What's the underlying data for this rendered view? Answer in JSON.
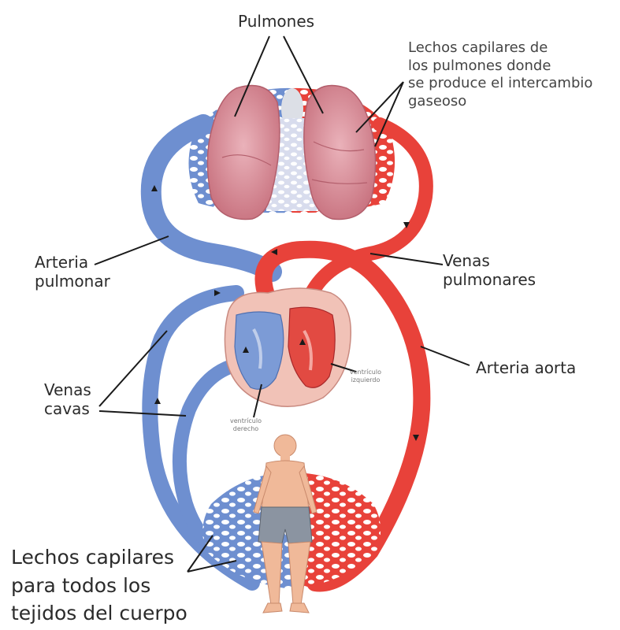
{
  "labels": {
    "pulmones": "Pulmones",
    "lechos_pulmones": "Lechos capilares de\nlos pulmones donde\nse produce el intercambio\ngaseoso",
    "arteria_pulmonar": "Arteria\npulmonar",
    "venas_pulmonares": "Venas\npulmonares",
    "arteria_aorta": "Arteria aorta",
    "venas_cavas": "Venas\ncavas",
    "ventriculo_izquierdo": "ventrículo\nizquierdo",
    "ventriculo_derecho": "ventrículo\nderecho",
    "lechos_cuerpo": "Lechos capilares\npara todos los\ntejidos del cuerpo"
  },
  "colors": {
    "oxygenated": "#e8423a",
    "deoxygenated": "#6e8fd0",
    "lung": "#d98994",
    "heart": "#f1c2b7",
    "skin": "#f0b999",
    "shorts": "#8b94a1"
  }
}
